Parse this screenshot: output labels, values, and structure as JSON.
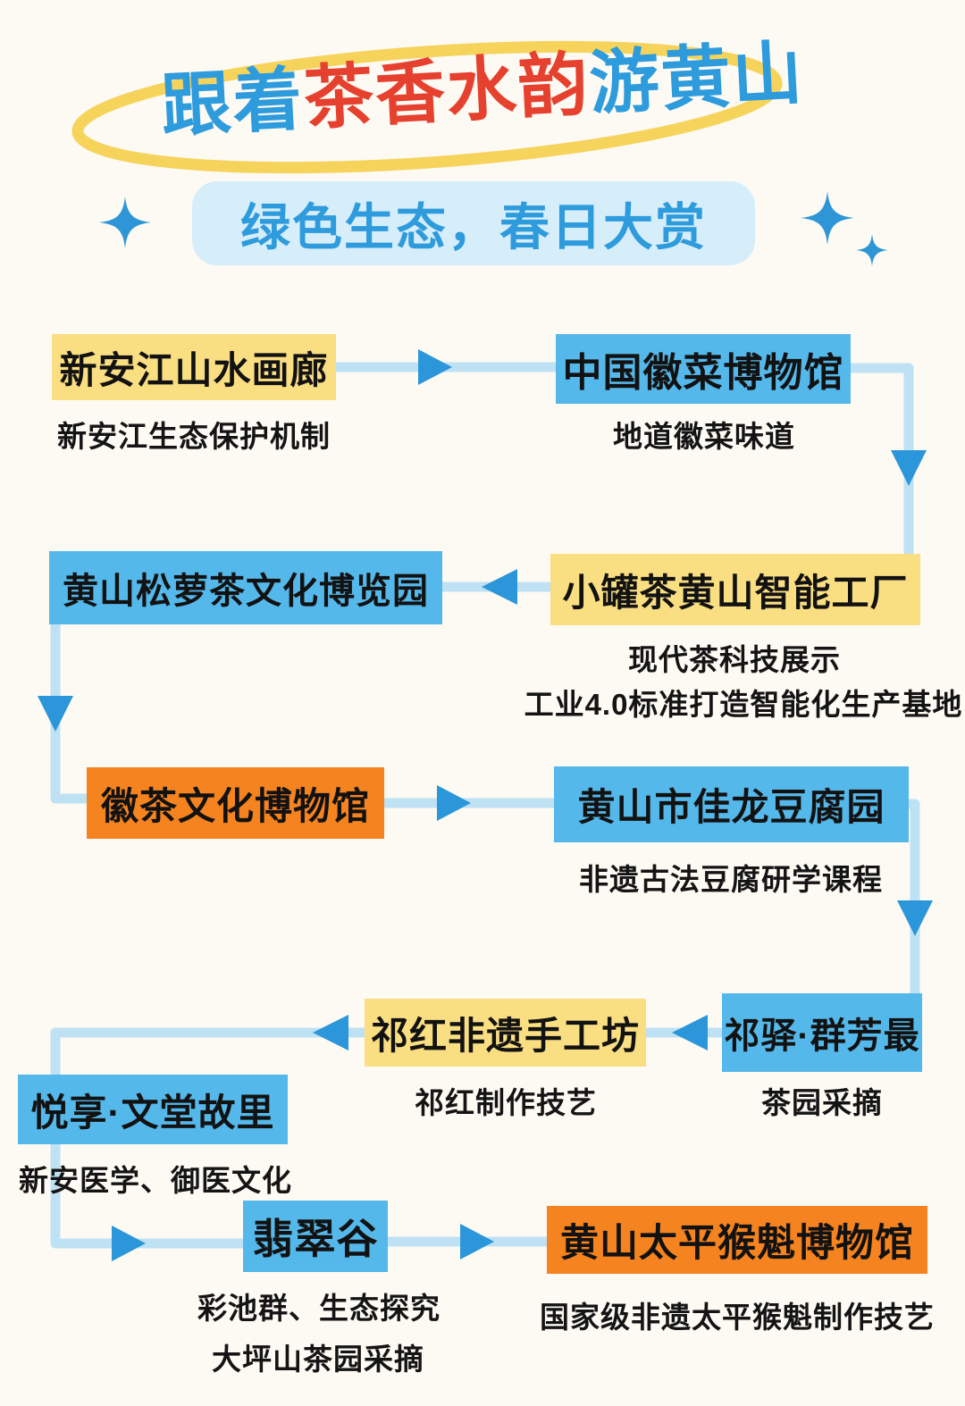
{
  "page": {
    "bg_color": "#FCFAF3"
  },
  "header": {
    "title": {
      "segments": [
        {
          "text": "跟着",
          "color": "#2E9BDC"
        },
        {
          "text": "茶香水韵",
          "color": "#E6402E"
        },
        {
          "text": "游黄山",
          "color": "#2E9BDC"
        }
      ],
      "highlight_ellipse_color": "#F6D45C"
    },
    "subtitle": {
      "text": "绿色生态，春日大赏",
      "text_color": "#2E9BDC",
      "bg_color": "#D6EDFA"
    },
    "sparkle_color": "#2E96D6",
    "sparkle_icons": [
      "sparkle-icon-left",
      "sparkle-icon-right-large",
      "sparkle-icon-right-small"
    ]
  },
  "flowchart": {
    "node_colors": {
      "yellow": "#FADE82",
      "blue": "#55B8EA",
      "orange": "#F5831F"
    },
    "connector": {
      "line_color": "#BFE1F4",
      "arrow_color": "#2B96D9"
    },
    "nodes": [
      {
        "label": "新安江山水画廊",
        "style": "yellow",
        "caption": "新安江生态保护机制"
      },
      {
        "label": "中国徽菜博物馆",
        "style": "blue",
        "caption": "地道徽菜味道"
      },
      {
        "label": "黄山松萝茶文化博览园",
        "style": "blue"
      },
      {
        "label": "小罐茶黄山智能工厂",
        "style": "yellow",
        "caption": "现代茶科技展示",
        "caption2": "工业4.0标准打造智能化生产基地"
      },
      {
        "label": "徽茶文化博物馆",
        "style": "orange"
      },
      {
        "label": "黄山市佳龙豆腐园",
        "style": "blue",
        "caption": "非遗古法豆腐研学课程"
      },
      {
        "label": "祁驿·群芳最",
        "style": "blue",
        "caption": "茶园采摘"
      },
      {
        "label": "祁红非遗手工坊",
        "style": "yellow",
        "caption": "祁红制作技艺"
      },
      {
        "label": "悦享·文堂故里",
        "style": "blue",
        "caption": "新安医学、御医文化"
      },
      {
        "label": "翡翠谷",
        "style": "blue",
        "caption": "彩池群、生态探究",
        "caption2": "大坪山茶园采摘"
      },
      {
        "label": "黄山太平猴魁博物馆",
        "style": "orange",
        "caption": "国家级非遗太平猴魁制作技艺"
      }
    ]
  }
}
